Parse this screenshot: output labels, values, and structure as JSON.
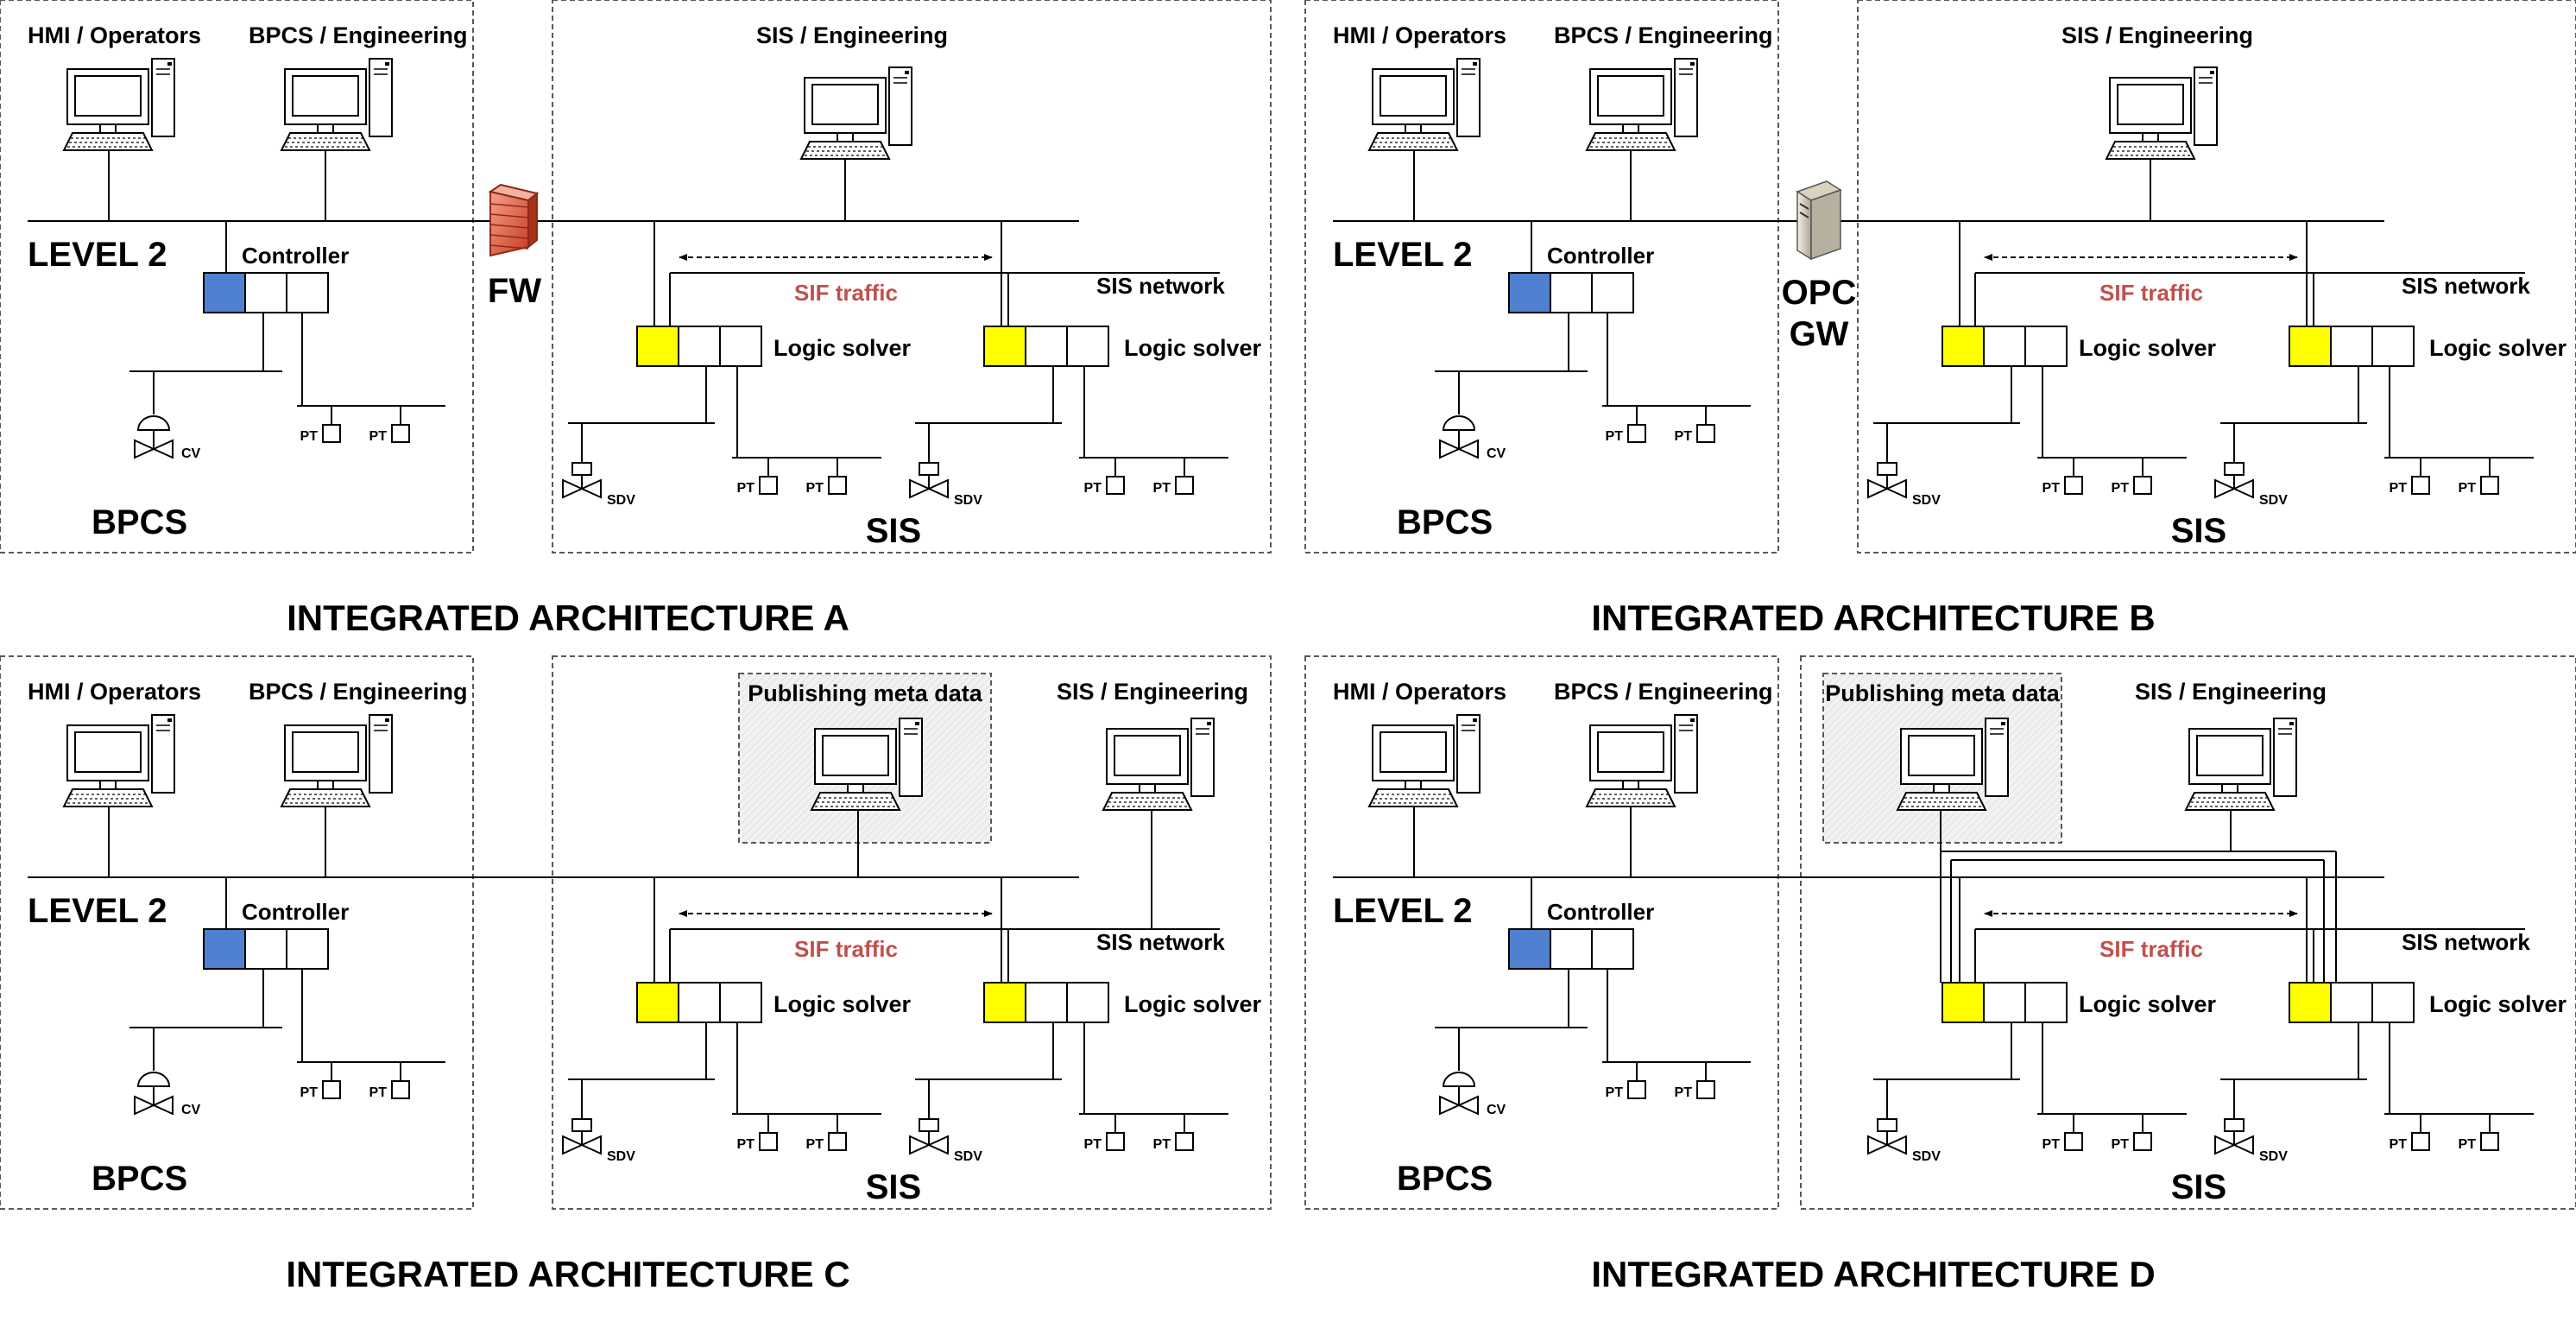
{
  "labels": {
    "hmi": "HMI / Operators",
    "bpcs_eng": "BPCS / Engineering",
    "sis_eng": "SIS / Engineering",
    "level2": "LEVEL 2",
    "controller": "Controller",
    "sif_traffic": "SIF traffic",
    "sis_network": "SIS network",
    "logic_solver": "Logic solver",
    "bpcs": "BPCS",
    "sis": "SIS",
    "cv": "CV",
    "sdv": "SDV",
    "pt": "PT",
    "fw": "FW",
    "opc": "OPC",
    "gw": "GW",
    "publishing": "Publishing meta data"
  },
  "panels": [
    {
      "id": "a",
      "title": "INTEGRATED ARCHITECTURE A",
      "gateway": "firewall"
    },
    {
      "id": "b",
      "title": "INTEGRATED ARCHITECTURE B",
      "gateway": "opc-gateway"
    },
    {
      "id": "c",
      "title": "INTEGRATED ARCHITECTURE C",
      "gateway": "publishing-meta-data"
    },
    {
      "id": "d",
      "title": "INTEGRATED ARCHITECTURE D",
      "gateway": "publishing-meta-data-connected"
    }
  ],
  "colors": {
    "controller_module": "#4f81d0",
    "logic_solver_module": "#ffff00",
    "sif_traffic": "#c0504d",
    "firewall": "#e8644a",
    "line": "#000000",
    "box_border": "#595959"
  },
  "icons": {
    "workstation": "computer-icon",
    "firewall": "firewall-icon",
    "gateway": "server-icon",
    "control_valve": "control-valve-icon",
    "shutdown_valve": "shutdown-valve-icon",
    "transmitter": "pressure-transmitter-icon"
  }
}
